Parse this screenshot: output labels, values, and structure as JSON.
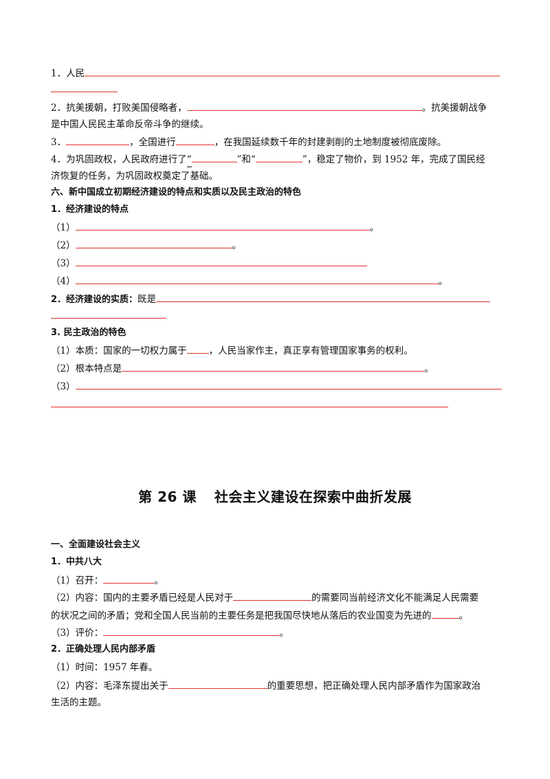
{
  "section5": {
    "item1_prefix": "1．人民",
    "item2_prefix": "2．抗美援朝，打败美国侵略者，",
    "item2_suffix": "。抗美援朝战争",
    "item2_cont": "是中国人民民主革命反帝斗争的继续。",
    "item3_prefix": "3．",
    "item3_mid1": "，全国进行",
    "item3_mid2": "，在我国延续数千年的封建剥削的土地制度被彻底废除。",
    "item4_prefix": "4．为巩固政权，人民政府进行了",
    "item4_q1": "“",
    "item4_q2": "”和“",
    "item4_q3": "”",
    "item4_suffix": "，稳定了物价，到 1952 年，完成了国民经",
    "item4_cont": "济恢复的任务，为巩固政权奠定了基础。"
  },
  "section6": {
    "heading": "六、新中国成立初期经济建设的特点和实质以及民主政治的特色",
    "sub1": "1．经济建设的特点",
    "p1": "（1）",
    "p1_end": "。",
    "p2": "（2）",
    "p2_end": "。",
    "p3": "（3）",
    "p4": "（4）",
    "p4_end": "。",
    "sub2": "2．经济建设的实质：",
    "sub2_text": "既是",
    "sub3": "3. 民主政治的特色",
    "d1_prefix": "（1）本质：国家的一切权力属于",
    "d1_suffix": "，人民当家作主，真正享有管理国家事务的权利。",
    "d2_prefix": "（2）根本特点是",
    "d2_end": "。",
    "d3_prefix": "（3）"
  },
  "lesson": {
    "title_a": "第 26 课",
    "title_b": "社会主义建设在探索中曲折发展"
  },
  "part1": {
    "heading": "一、全面建设社会主义",
    "sub1": "1．中共八大",
    "c1_prefix": "（1）召开：",
    "c1_end": "。",
    "c2_prefix": "（2）内容：国内的主要矛盾已经是人民对于",
    "c2_mid": "的需要同当前经济文化不能满足人民需要",
    "c2_cont": "的状况之间的矛盾；党和全国人民当前的主要任务是把我国尽快地从落后的农业国变为先进的",
    "c2_end": "。",
    "c3_prefix": "（3）评价：",
    "c3_end": "。",
    "sub2": "2．正确处理人民内部矛盾",
    "e1": "（1）时间：1957 年春。",
    "e2_prefix": "（2）内容：毛泽东提出关于",
    "e2_suffix": "的重要思想，把正确处理人民内部矛盾作为国家政治",
    "e2_cont": "生活的主题。"
  }
}
